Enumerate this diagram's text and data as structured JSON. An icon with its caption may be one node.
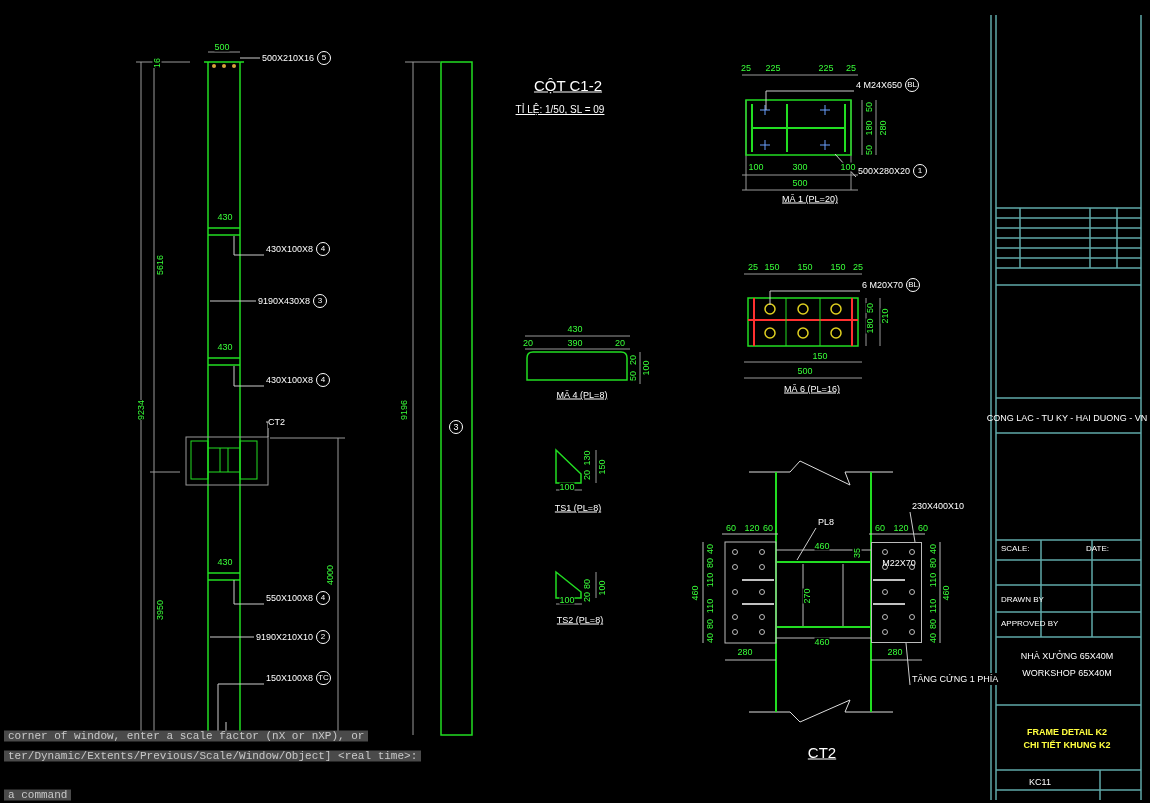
{
  "diagram": {
    "nodes": [
      {
        "text": [
          "500X210X16"
        ],
        "beside": [
          "5"
        ]
      },
      {
        "text": [
          "430X100X8"
        ],
        "beside": [
          "4"
        ]
      },
      {
        "text": [
          "9190X430X8"
        ],
        "beside": [
          "3"
        ]
      },
      {
        "text": [
          "430X100X8"
        ],
        "beside": [
          "4"
        ]
      },
      {
        "text": [
          "CT2"
        ]
      },
      {
        "text": [
          "550X100X8"
        ],
        "beside": [
          "4"
        ]
      },
      {
        "text": [
          "9190X210X10"
        ],
        "beside": [
          "2"
        ]
      },
      {
        "text": [
          "150X100X8"
        ],
        "beside": [
          "TC"
        ]
      },
      {
        "text": [
          "4 M24X650"
        ],
        "beside": [
          "BL"
        ]
      },
      {
        "text": [
          "500X280X20"
        ],
        "beside": [
          "1"
        ]
      },
      {
        "text": [
          "6 M20X70"
        ],
        "beside": [
          "BL"
        ]
      },
      {
        "text": [
          "PL8"
        ]
      },
      {
        "text": [
          "230X400X10"
        ]
      },
      {
        "text": [
          "TĂNG CỨNG 1 PHÍA"
        ]
      },
      {
        "text": [],
        "shape": "box"
      }
    ],
    "edges": [
      {
        "from": 0,
        "to": null,
        "arrow": "none"
      },
      {
        "from": 1,
        "to": null,
        "arrow": "none"
      },
      {
        "from": 2,
        "to": null,
        "arrow": "none"
      },
      {
        "from": 3,
        "to": null,
        "arrow": "none"
      },
      {
        "from": 4,
        "to": null,
        "arrow": "none"
      },
      {
        "from": 5,
        "to": null,
        "arrow": "none"
      },
      {
        "from": 6,
        "to": null,
        "arrow": "none"
      },
      {
        "from": 7,
        "to": null,
        "arrow": "none"
      },
      {
        "from": 8,
        "to": null,
        "arrow": "none"
      },
      {
        "from": 9,
        "to": null,
        "arrow": "none"
      },
      {
        "from": 10,
        "to": null,
        "arrow": "none"
      },
      {
        "from": 11,
        "to": null,
        "arrow": "none"
      },
      {
        "from": 12,
        "to": 14,
        "arrow": "none"
      },
      {
        "from": 13,
        "to": 14,
        "arrow": "none"
      }
    ],
    "labels": [
      "500",
      "16",
      "5616",
      "9234",
      "3950",
      "430",
      "430",
      "430",
      "9196",
      "3",
      "4000",
      "CỘT C1-2",
      "TỈ LỆ: 1/50, SL = 09",
      "25",
      "225",
      "225",
      "25",
      "50",
      "180",
      "50",
      "280",
      "100",
      "300",
      "100",
      "500",
      "MÃ 1 (PL=20)",
      "25",
      "150",
      "150",
      "150",
      "25",
      "50",
      "180",
      "210",
      "150",
      "500",
      "MÃ 6 (PL=16)",
      "430",
      "20",
      "390",
      "20",
      "20",
      "50",
      "100",
      "MÃ 4 (PL=8)",
      "20",
      "130",
      "150",
      "100",
      "TS1 (PL=8)",
      "20",
      "80",
      "100",
      "100",
      "TS2 (PL=8)",
      "60",
      "120",
      "60",
      "60",
      "120",
      "60",
      "40",
      "80",
      "110",
      "110",
      "80",
      "40",
      "460",
      "460",
      "35",
      "270",
      "M22X70",
      "40",
      "80",
      "110",
      "110",
      "80",
      "40",
      "460",
      "460",
      "280",
      "280",
      "CT2",
      "CONG LAC - TU KY - HAI DUONG - VN",
      "SCALE:",
      "DATE:",
      "DRAWN BY",
      "APPROVED BY",
      "NHÀ XƯỞNG 65X40M",
      "WORKSHOP 65X40M",
      "FRAME DETAIL K2",
      "CHI TIẾT KHUNG K2",
      "KC11",
      "corner of window, enter a scale factor (nX or nXP), or",
      "ter/Dynamic/Extents/Previous/Scale/Window/Object] <real time>:",
      "a command"
    ]
  }
}
